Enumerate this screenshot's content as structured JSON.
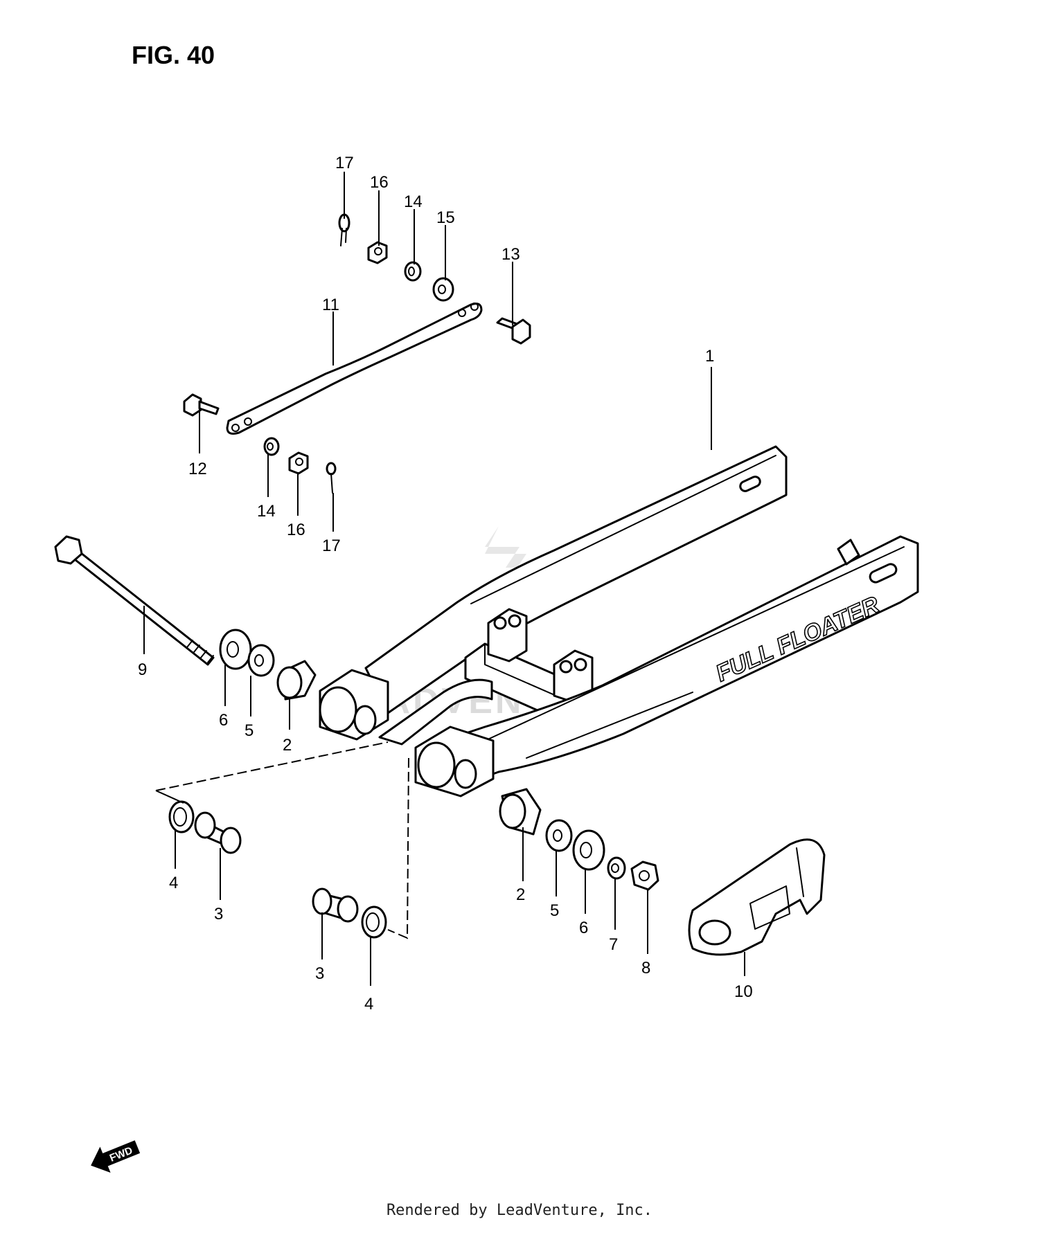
{
  "figure": {
    "title": "FIG. 40"
  },
  "callouts": [
    {
      "id": "c1",
      "label": "1"
    },
    {
      "id": "c2a",
      "label": "2"
    },
    {
      "id": "c2b",
      "label": "2"
    },
    {
      "id": "c3a",
      "label": "3"
    },
    {
      "id": "c3b",
      "label": "3"
    },
    {
      "id": "c4a",
      "label": "4"
    },
    {
      "id": "c4b",
      "label": "4"
    },
    {
      "id": "c5a",
      "label": "5"
    },
    {
      "id": "c5b",
      "label": "5"
    },
    {
      "id": "c6a",
      "label": "6"
    },
    {
      "id": "c6b",
      "label": "6"
    },
    {
      "id": "c7",
      "label": "7"
    },
    {
      "id": "c8",
      "label": "8"
    },
    {
      "id": "c9",
      "label": "9"
    },
    {
      "id": "c10",
      "label": "10"
    },
    {
      "id": "c11",
      "label": "11"
    },
    {
      "id": "c12",
      "label": "12"
    },
    {
      "id": "c13",
      "label": "13"
    },
    {
      "id": "c14a",
      "label": "14"
    },
    {
      "id": "c14b",
      "label": "14"
    },
    {
      "id": "c15",
      "label": "15"
    },
    {
      "id": "c16a",
      "label": "16"
    },
    {
      "id": "c16b",
      "label": "16"
    },
    {
      "id": "c17a",
      "label": "17"
    },
    {
      "id": "c17b",
      "label": "17"
    }
  ],
  "swingarm_logo": "FULL FLOATER",
  "direction_marker": "FWD",
  "watermark": "LEADVENTURE",
  "footer": "Rendered by LeadVenture, Inc."
}
